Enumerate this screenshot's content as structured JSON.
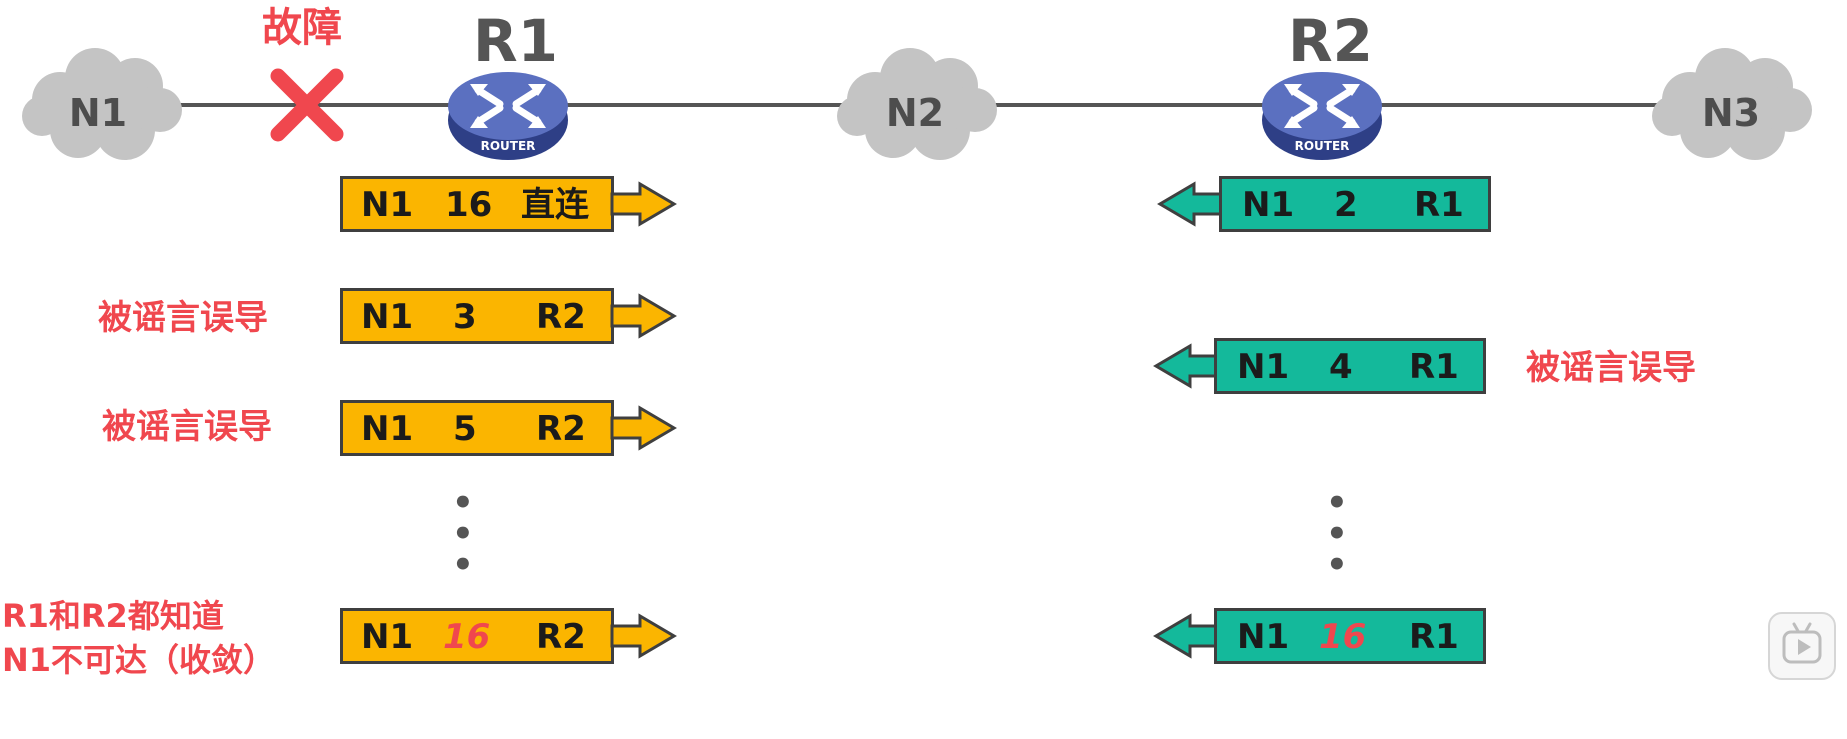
{
  "networks": {
    "n1": "N1",
    "n2": "N2",
    "n3": "N3"
  },
  "routers": {
    "r1": "R1",
    "r2": "R2",
    "badge": "ROUTER"
  },
  "fault_label": "故障",
  "r1_table": [
    {
      "net": "N1",
      "dist": "16",
      "next": "直连",
      "highlight": false
    },
    {
      "net": "N1",
      "dist": "3",
      "next": "R2",
      "highlight": false
    },
    {
      "net": "N1",
      "dist": "5",
      "next": "R2",
      "highlight": false
    },
    {
      "net": "N1",
      "dist": "16",
      "next": "R2",
      "highlight": true
    }
  ],
  "r2_table": [
    {
      "net": "N1",
      "dist": "2",
      "next": "R1",
      "highlight": false
    },
    {
      "net": "N1",
      "dist": "4",
      "next": "R1",
      "highlight": false
    },
    {
      "net": "N1",
      "dist": "16",
      "next": "R1",
      "highlight": true
    }
  ],
  "annotations": {
    "rumor": "被谣言误导",
    "converge_line1": "R1和R2都知道",
    "converge_line2": "N1不可达（收敛）"
  },
  "ellipsis": "⋮",
  "colors": {
    "r1_box": "#fbb500",
    "r2_box": "#14b99b",
    "alert": "#f0474e",
    "cloud": "#c4c4c4",
    "router": "#4a5fb0"
  },
  "icons": {
    "fault": "x-mark-icon",
    "router": "router-icon",
    "play": "play-icon"
  }
}
